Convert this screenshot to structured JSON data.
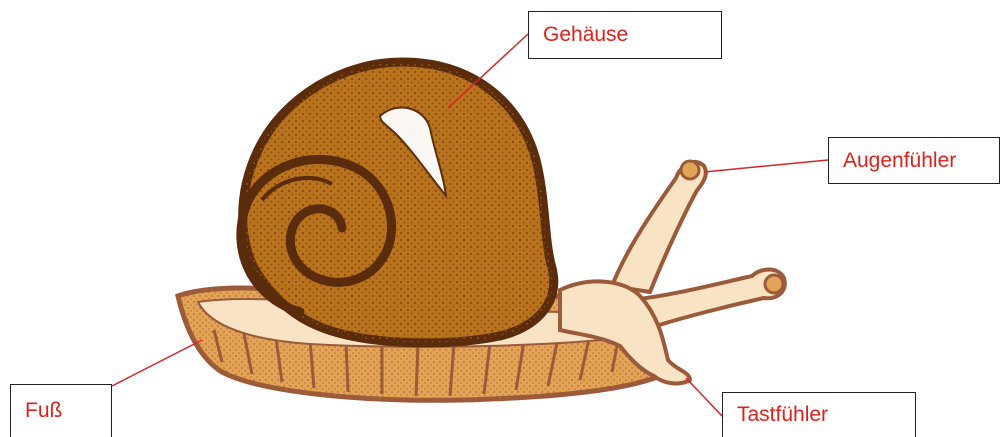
{
  "labels": {
    "shell": "Gehäuse",
    "eye_tentacles": "Augenfühler",
    "foot": "Fuß",
    "feelers": "Tastfühler"
  },
  "colors": {
    "label_text": "#e0211b",
    "leader_line": "#d6242a",
    "shell_fill": "#b8731c",
    "shell_outline": "#5a2c0c",
    "body_fill": "#f8e4c4",
    "foot_fill": "#e4a458",
    "foot_outline": "#9b5a3a"
  }
}
